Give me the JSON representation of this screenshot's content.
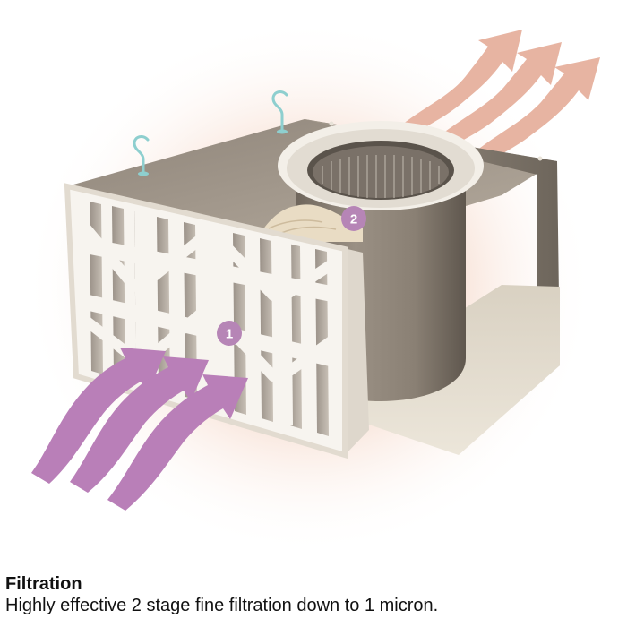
{
  "colors": {
    "intake_arrow": "#b97fb8",
    "exhaust_arrow": "#e7b4a2",
    "glow": "#f2cdbb",
    "marker": "#b685b6",
    "housing_top": "#a99e91",
    "housing_wall": "#8a8074",
    "housing_floor": "#e4ddcf",
    "frame": "#f7f4ef"
  },
  "icons": {
    "lifting_hook": "hook-icon",
    "flow_arrow": "wavy-arrow-icon"
  },
  "markers": [
    {
      "id": "stage-1",
      "label": "1"
    },
    {
      "id": "stage-2",
      "label": "2"
    }
  ],
  "caption": {
    "title": "Filtration",
    "text": "Highly effective 2 stage fine filtration down to 1 micron."
  }
}
